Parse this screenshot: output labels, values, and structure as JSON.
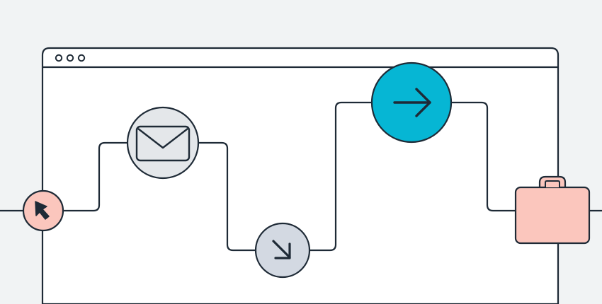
{
  "colors": {
    "background": "#f1f3f4",
    "window": "#ffffff",
    "stroke": "#1e2a36",
    "cursor_node": "#fbc6bd",
    "mail_node": "#e4e7ea",
    "down_arrow_node": "#d3d9e2",
    "right_arrow_node": "#06b6d4",
    "briefcase": "#fbc6bd"
  },
  "window": {
    "controls": [
      "window-dot",
      "window-dot",
      "window-dot"
    ]
  },
  "flow": {
    "nodes": [
      {
        "name": "cursor-node",
        "icon": "cursor-arrow-icon"
      },
      {
        "name": "mail-node",
        "icon": "envelope-icon"
      },
      {
        "name": "down-right-arrow-node",
        "icon": "arrow-down-right-icon"
      },
      {
        "name": "right-arrow-node",
        "icon": "arrow-right-icon"
      },
      {
        "name": "briefcase-node",
        "icon": "briefcase-icon"
      }
    ]
  }
}
